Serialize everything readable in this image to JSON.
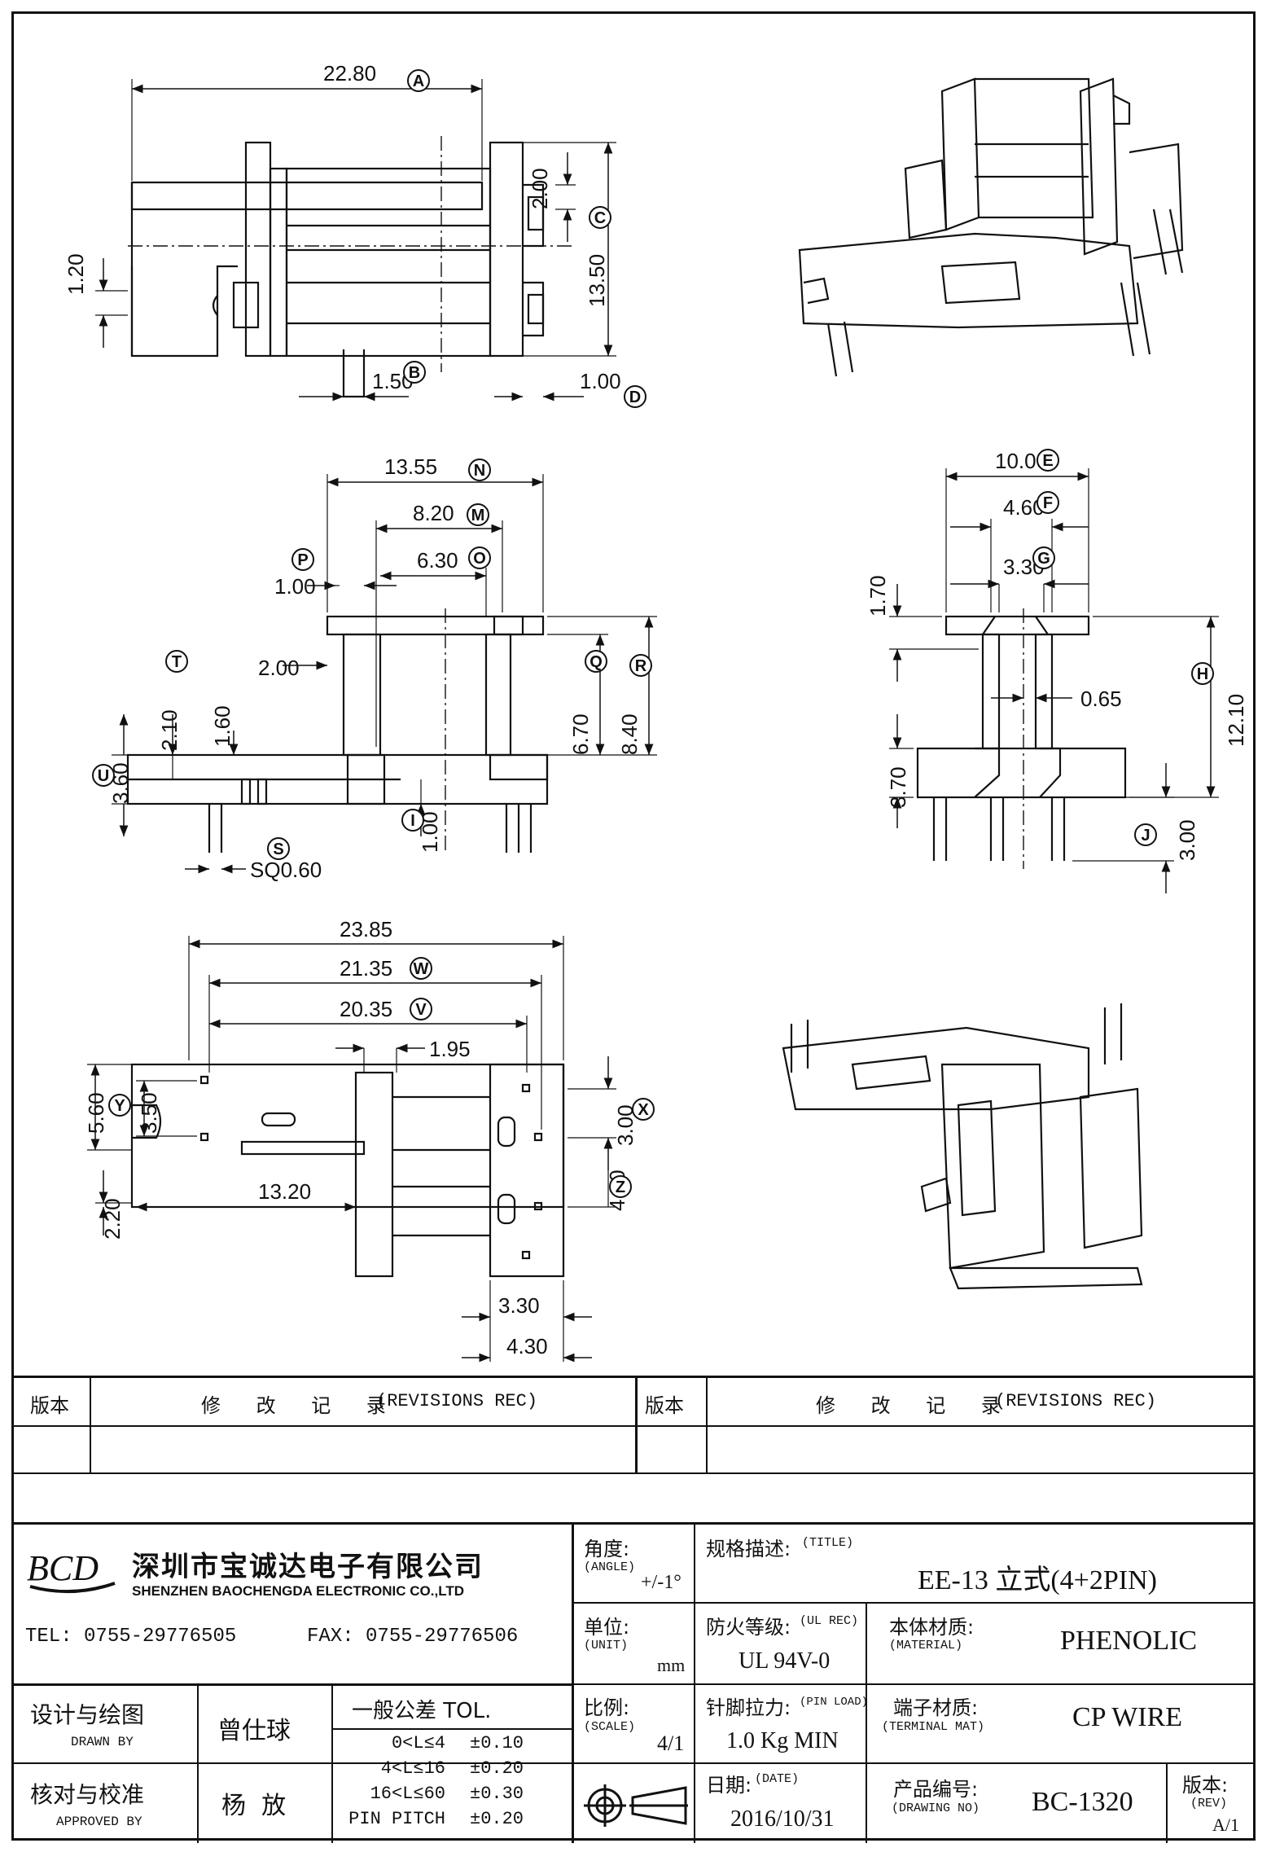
{
  "dims": {
    "A": "22.80",
    "C_val": "2.00",
    "H_top": "13.50",
    "side_left": "1.20",
    "B_val": "1.50",
    "D_val": "1.00",
    "N": "13.55",
    "M": "8.20",
    "O": "6.30",
    "P": "1.00",
    "step": "2.00",
    "T": "2.10",
    "small": "1.60",
    "Q": "6.70",
    "R": "8.40",
    "U": "3.60",
    "I": "1.00",
    "S": "SQ0.60",
    "E": "10.00",
    "F": "4.60",
    "G": "3.30",
    "ht1": "1.70",
    "gap": "0.65",
    "H": "12.10",
    "ht2": "3.70",
    "J": "3.00",
    "overall": "23.85",
    "W": "21.35",
    "V": "20.35",
    "v2": "1.95",
    "Y_outer": "5.60",
    "Y": "3.50",
    "X": "3.00",
    "Z": "4.50",
    "bot_left": "2.20",
    "len": "13.20",
    "b1": "3.30",
    "b2": "4.30"
  },
  "labels": [
    "A",
    "B",
    "C",
    "D",
    "N",
    "M",
    "O",
    "P",
    "T",
    "Q",
    "R",
    "U",
    "I",
    "S",
    "E",
    "F",
    "G",
    "H",
    "J",
    "W",
    "V",
    "X",
    "Y",
    "Z"
  ],
  "revisions": {
    "version_header": "版本",
    "rec_header": "修 改 记 录",
    "rec_header_en": "(REVISIONS REC)"
  },
  "company": {
    "logo": "BCD",
    "name_cn": "深圳市宝诚达电子有限公司",
    "name_en": "SHENZHEN BAOCHENGDA ELECTRONIC CO.,LTD",
    "tel": "TEL: 0755-29776505",
    "fax": "FAX: 0755-29776506"
  },
  "titleblock": {
    "angle_cn": "角度:",
    "angle_en": "(ANGLE)",
    "angle_val": "+/-1°",
    "title_cn": "规格描述:",
    "title_en": "(TITLE)",
    "title_val": "EE-13 立式(4+2PIN)",
    "unit_cn": "单位:",
    "unit_en": "(UNIT)",
    "unit_val": "mm",
    "ul_cn": "防火等级:",
    "ul_en": "(UL REC)",
    "ul_val": "UL 94V-0",
    "mat_cn": "本体材质:",
    "mat_en": "(MATERIAL)",
    "mat_val": "PHENOLIC",
    "designer_cn": "设计与绘图",
    "designer_en": "DRAWN BY",
    "designer_val": "曾仕球",
    "tol_title": "一般公差 TOL.",
    "tol_rows": [
      [
        "0<L≤4",
        "±0.10"
      ],
      [
        "4<L≤16",
        "±0.20"
      ],
      [
        "16<L≤60",
        "±0.30"
      ],
      [
        "PIN PITCH",
        "±0.20"
      ]
    ],
    "scale_cn": "比例:",
    "scale_en": "(SCALE)",
    "scale_val": "4/1",
    "pin_cn": "针脚拉力:",
    "pin_en": "(PIN LOAD)",
    "pin_val": "1.0 Kg MIN",
    "term_cn": "端子材质:",
    "term_en": "(TERMINAL MAT)",
    "term_val": "CP WIRE",
    "approver_cn": "核对与校准",
    "approver_en": "APPROVED BY",
    "approver_val": "杨  放",
    "date_cn": "日期:",
    "date_en": "(DATE)",
    "date_val": "2016/10/31",
    "dwg_cn": "产品编号:",
    "dwg_en": "(DRAWING NO)",
    "dwg_val": "BC-1320",
    "rev_cn": "版本:",
    "rev_en": "(REV)",
    "rev_val": "A/1"
  }
}
